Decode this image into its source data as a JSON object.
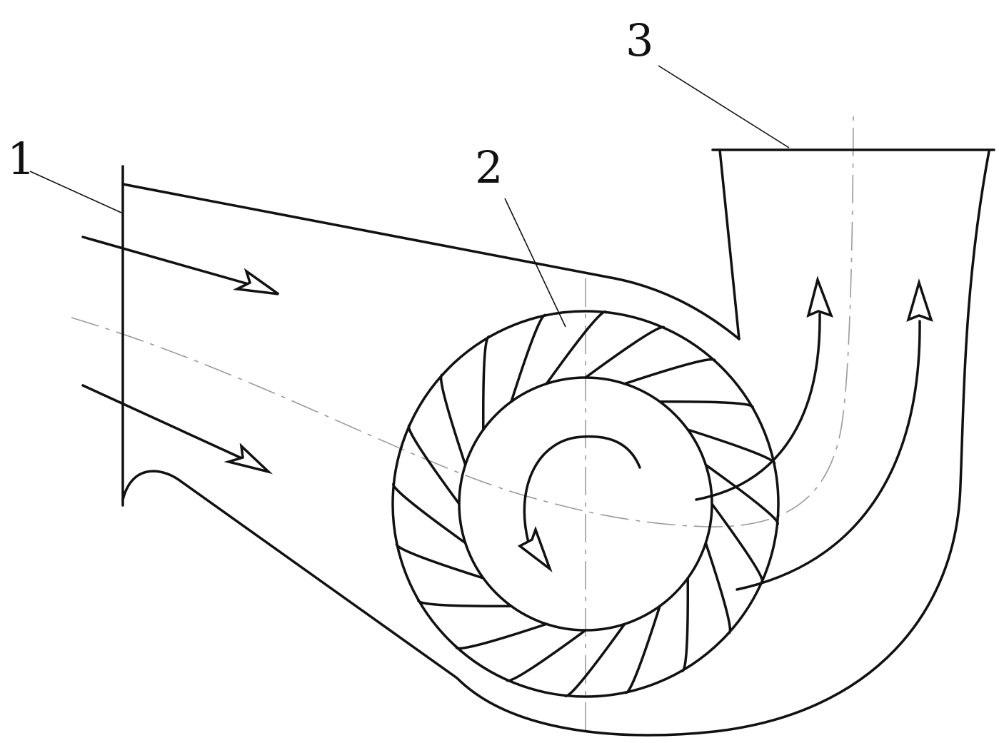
{
  "diagram": {
    "labels": [
      {
        "id": "inlet",
        "text": "1"
      },
      {
        "id": "impeller",
        "text": "2"
      },
      {
        "id": "outlet",
        "text": "3"
      }
    ],
    "impeller_blade_count": 20,
    "colors": {
      "ink": "#111111",
      "centerline": "#9a9a9a",
      "background": "#ffffff"
    }
  }
}
